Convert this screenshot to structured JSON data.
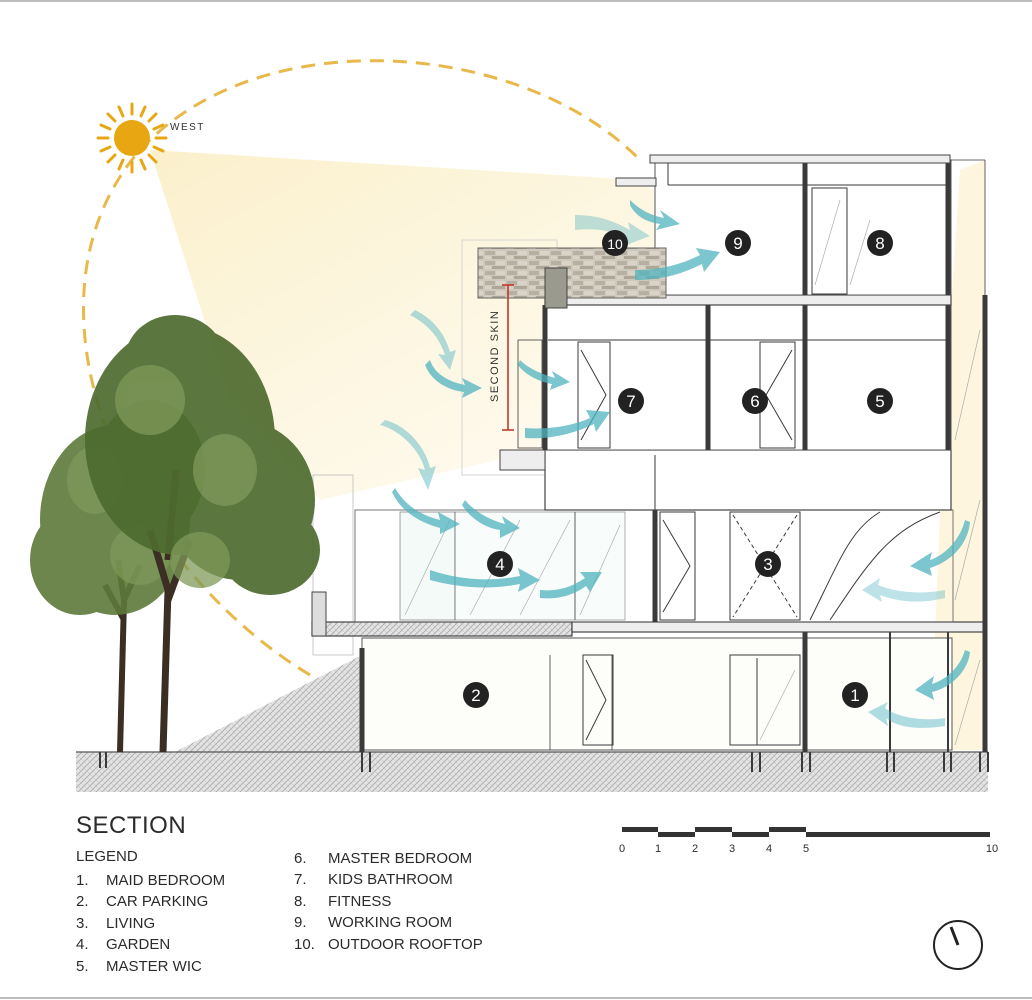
{
  "drawing": {
    "sun_label": "WEST",
    "second_skin_label": "SECOND SKIN",
    "room_numbers": [
      "1",
      "2",
      "3",
      "4",
      "5",
      "6",
      "7",
      "8",
      "9",
      "10"
    ]
  },
  "caption": {
    "title": "SECTION",
    "legend_title": "LEGEND",
    "legend_col1": [
      {
        "num": "1.",
        "label": "MAID BEDROOM"
      },
      {
        "num": "2.",
        "label": "CAR PARKING"
      },
      {
        "num": "3.",
        "label": "LIVING"
      },
      {
        "num": "4.",
        "label": "GARDEN"
      },
      {
        "num": "5.",
        "label": "MASTER WIC"
      }
    ],
    "legend_col2": [
      {
        "num": "6.",
        "label": "MASTER BEDROOM"
      },
      {
        "num": "7.",
        "label": "KIDS BATHROOM"
      },
      {
        "num": "8.",
        "label": "FITNESS"
      },
      {
        "num": "9.",
        "label": "WORKING ROOM"
      },
      {
        "num": "10.",
        "label": "OUTDOOR ROOFTOP"
      }
    ]
  },
  "scale_bar": {
    "ticks": [
      "0",
      "1",
      "2",
      "3",
      "4",
      "5",
      "10"
    ]
  },
  "colors": {
    "sun": "#E8A612",
    "sun_path": "#E8B94A",
    "wind_arrow": "#4FB3BF",
    "light_wash": "#FBEFC8",
    "structure": "#3a3a3a",
    "tree_foliage": "#5E7A3A",
    "ground_hatch": "#9a9a9a",
    "stone_wall": "#b8b3a8"
  }
}
